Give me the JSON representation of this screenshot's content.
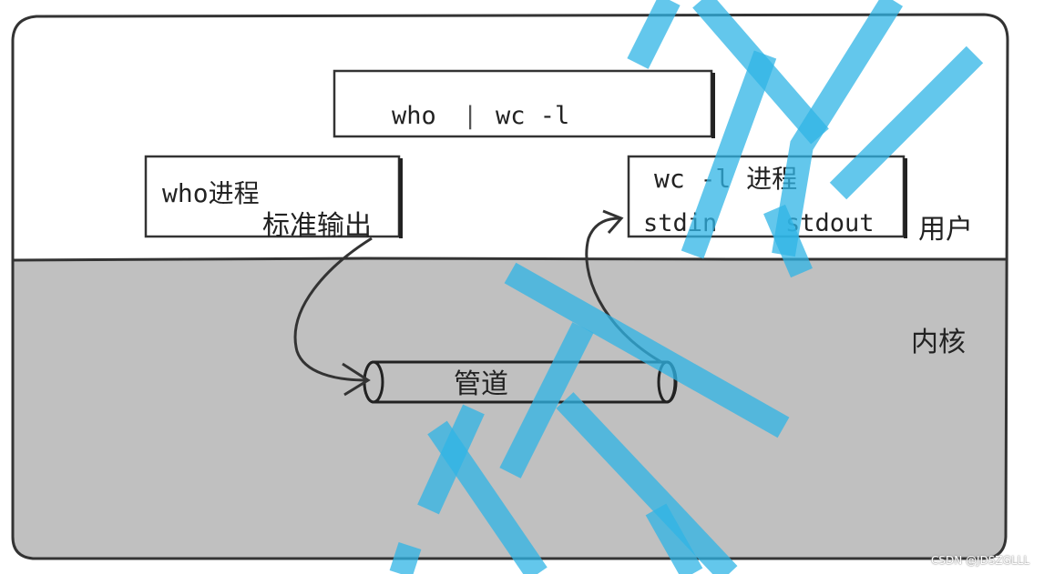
{
  "diagram": {
    "command": {
      "left": "who",
      "separator": "|",
      "right": "wc -l"
    },
    "who_process": {
      "title": "who进程",
      "output_label": "标准输出"
    },
    "wc_process": {
      "title": "wc -l 进程",
      "stdin_label": "stdin",
      "stdout_label": "stdout"
    },
    "pipe_label": "管道",
    "user_space_label": "用户",
    "kernel_space_label": "内核"
  },
  "colors": {
    "user_space": "#ffffff",
    "kernel_space": "#c0c0c0",
    "outline": "#333333",
    "watermark": "#2fb4e6"
  },
  "watermark_credit": "CSDN @JDSZGLLL"
}
